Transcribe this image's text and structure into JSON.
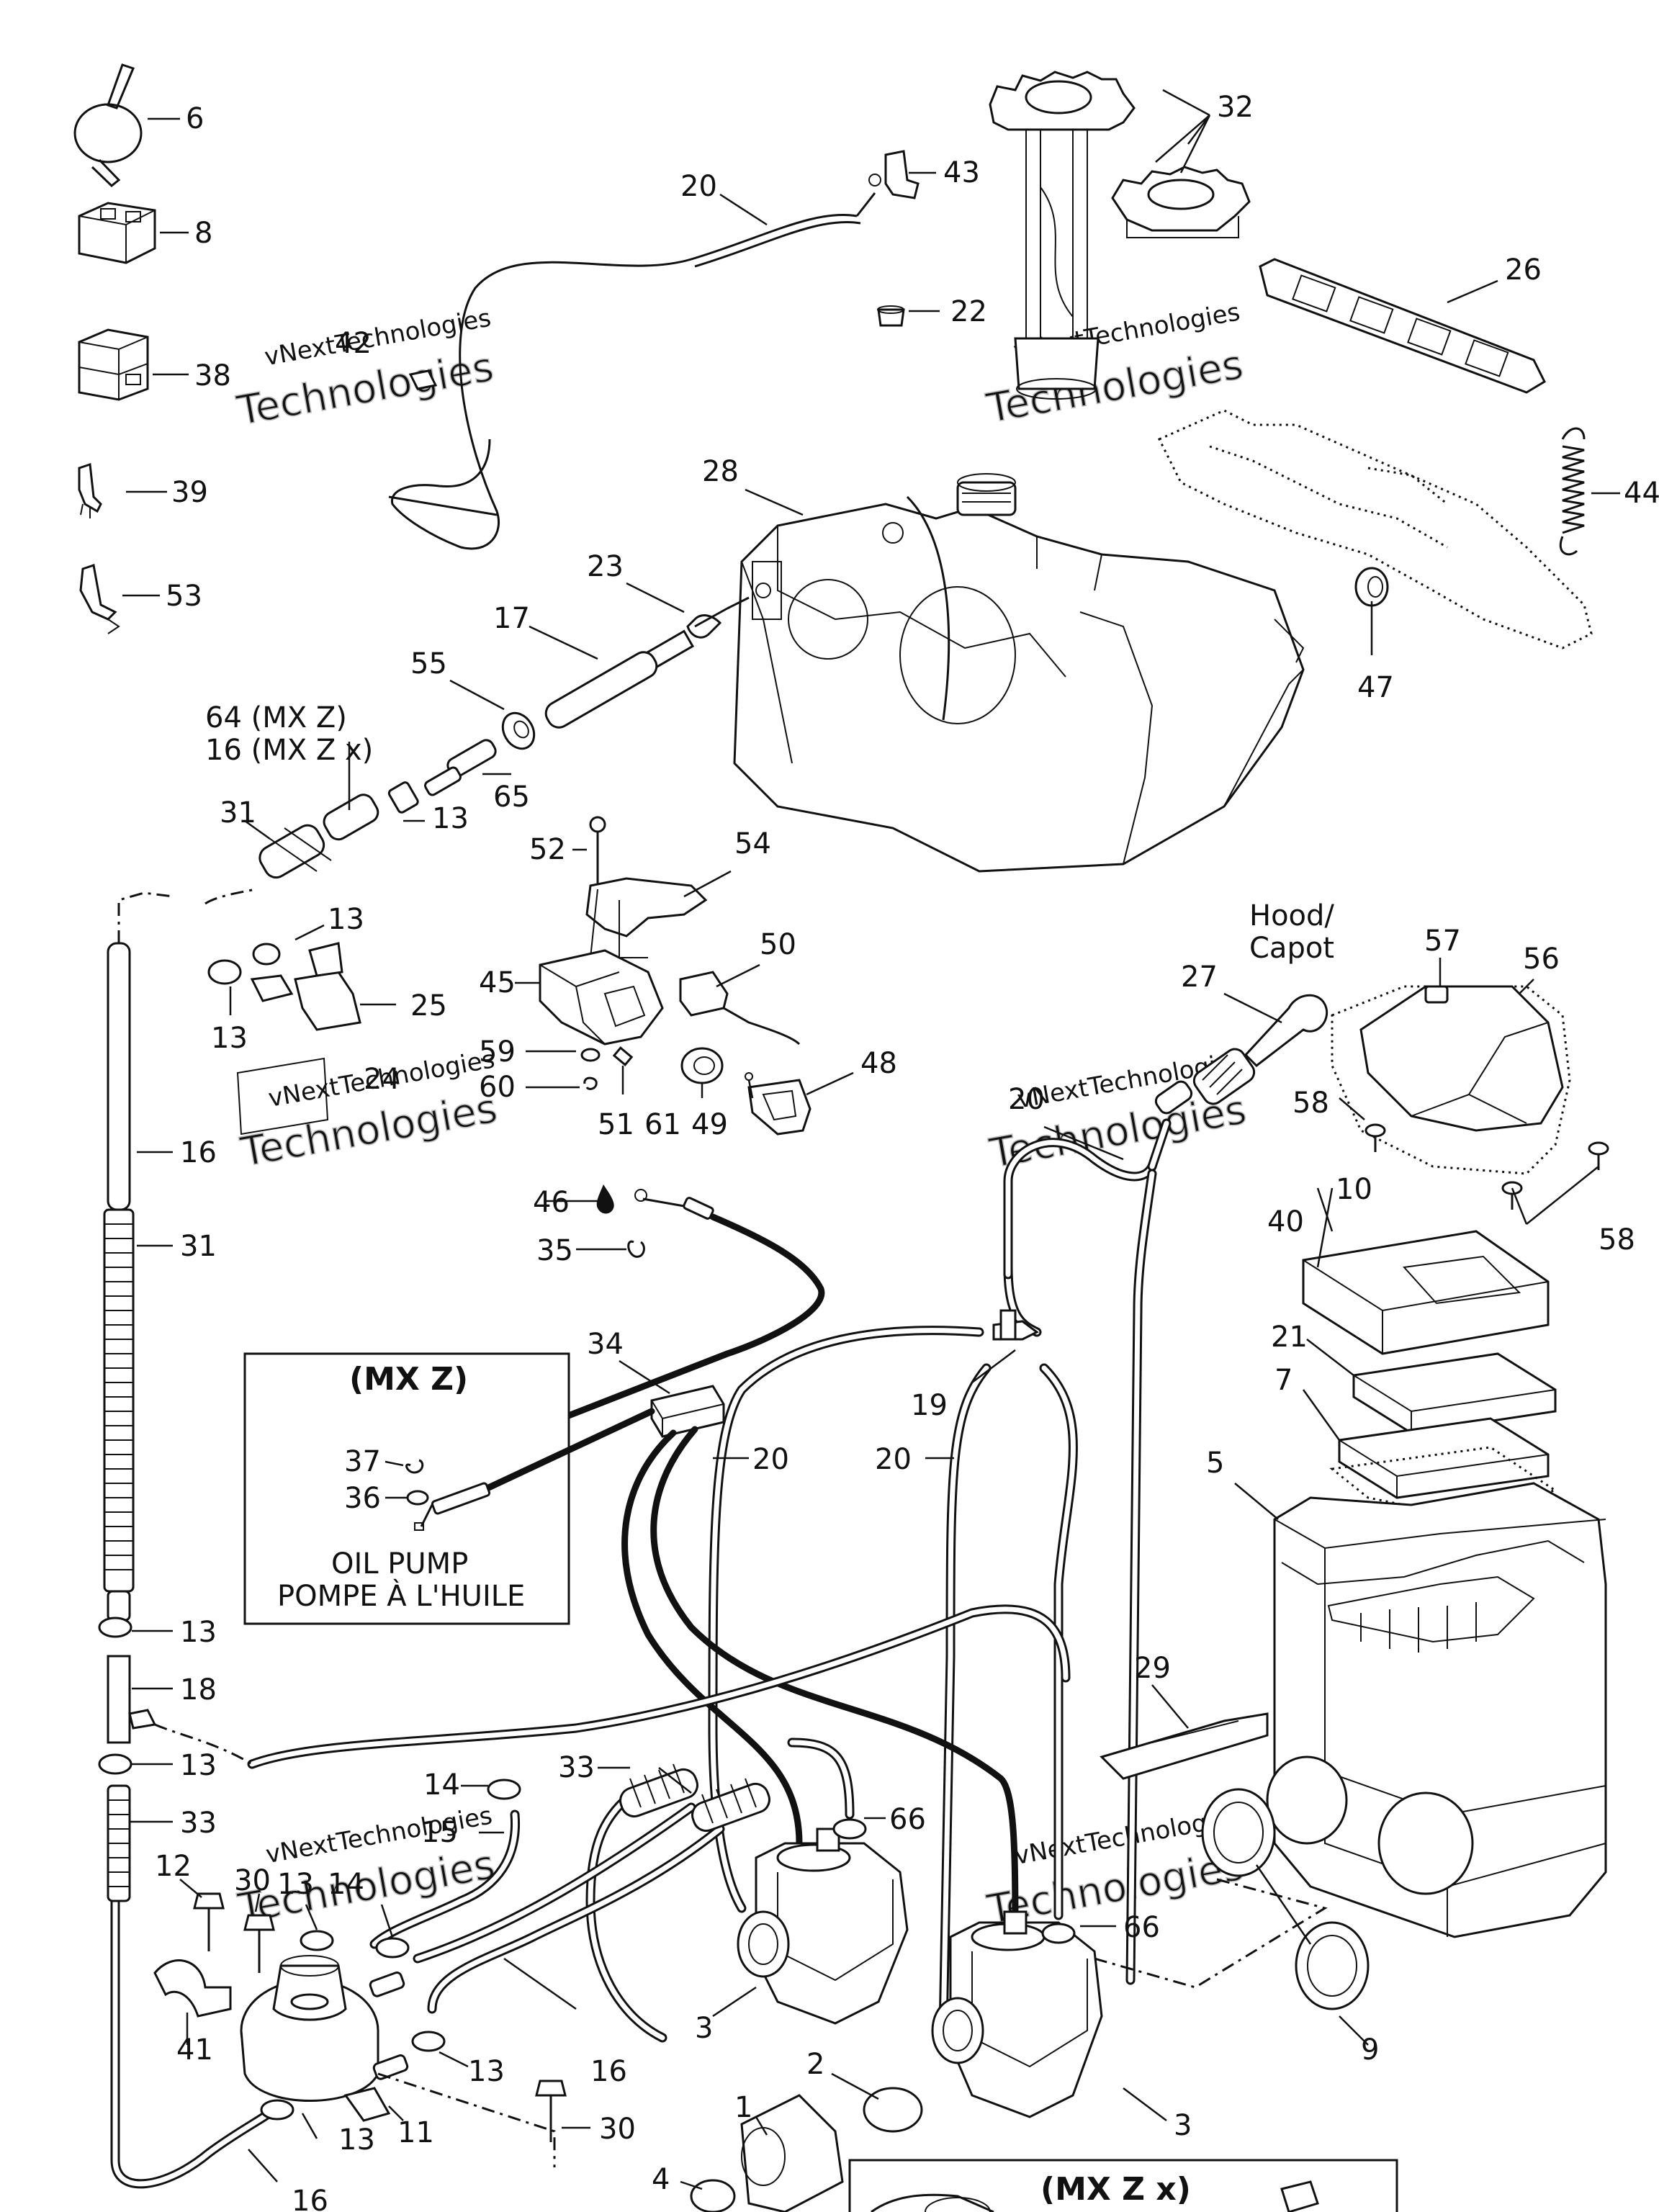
{
  "callouts": [
    {
      "id": "c6",
      "text": "6"
    },
    {
      "id": "c8",
      "text": "8"
    },
    {
      "id": "c38",
      "text": "38"
    },
    {
      "id": "c39",
      "text": "39"
    },
    {
      "id": "c53",
      "text": "53"
    },
    {
      "id": "c20a",
      "text": "20"
    },
    {
      "id": "c43",
      "text": "43"
    },
    {
      "id": "c22",
      "text": "22"
    },
    {
      "id": "c32",
      "text": "32"
    },
    {
      "id": "c26",
      "text": "26"
    },
    {
      "id": "c42",
      "text": "42"
    },
    {
      "id": "c44",
      "text": "44"
    },
    {
      "id": "c28",
      "text": "28"
    },
    {
      "id": "c23",
      "text": "23"
    },
    {
      "id": "c17",
      "text": "17"
    },
    {
      "id": "c47",
      "text": "47"
    },
    {
      "id": "c55",
      "text": "55"
    },
    {
      "id": "c31a",
      "text": "31"
    },
    {
      "id": "c13a",
      "text": "13"
    },
    {
      "id": "c65",
      "text": "65"
    },
    {
      "id": "c52",
      "text": "52"
    },
    {
      "id": "c54",
      "text": "54"
    },
    {
      "id": "c13b",
      "text": "13"
    },
    {
      "id": "c25",
      "text": "25"
    },
    {
      "id": "c13c",
      "text": "13"
    },
    {
      "id": "c50",
      "text": "50"
    },
    {
      "id": "c45",
      "text": "45"
    },
    {
      "id": "c57",
      "text": "57"
    },
    {
      "id": "c56",
      "text": "56"
    },
    {
      "id": "c27",
      "text": "27"
    },
    {
      "id": "c59",
      "text": "59"
    },
    {
      "id": "c60",
      "text": "60"
    },
    {
      "id": "c24",
      "text": "24"
    },
    {
      "id": "c48",
      "text": "48"
    },
    {
      "id": "c51",
      "text": "51"
    },
    {
      "id": "c61",
      "text": "61"
    },
    {
      "id": "c49",
      "text": "49"
    },
    {
      "id": "c16a",
      "text": "16"
    },
    {
      "id": "c20b",
      "text": "20"
    },
    {
      "id": "c58a",
      "text": "58"
    },
    {
      "id": "c46",
      "text": "46"
    },
    {
      "id": "c10",
      "text": "10"
    },
    {
      "id": "c40",
      "text": "40"
    },
    {
      "id": "c58b",
      "text": "58"
    },
    {
      "id": "c35",
      "text": "35"
    },
    {
      "id": "c31b",
      "text": "31"
    },
    {
      "id": "c34",
      "text": "34"
    },
    {
      "id": "c21",
      "text": "21"
    },
    {
      "id": "c19",
      "text": "19"
    },
    {
      "id": "c7",
      "text": "7"
    },
    {
      "id": "c37",
      "text": "37"
    },
    {
      "id": "c20c",
      "text": "20"
    },
    {
      "id": "c20d",
      "text": "20"
    },
    {
      "id": "c5",
      "text": "5"
    },
    {
      "id": "c36",
      "text": "36"
    },
    {
      "id": "c13d",
      "text": "13"
    },
    {
      "id": "c18",
      "text": "18"
    },
    {
      "id": "c29",
      "text": "29"
    },
    {
      "id": "c13e",
      "text": "13"
    },
    {
      "id": "c14a",
      "text": "14"
    },
    {
      "id": "c33a",
      "text": "33"
    },
    {
      "id": "c33b",
      "text": "33"
    },
    {
      "id": "c15",
      "text": "15"
    },
    {
      "id": "c66a",
      "text": "66"
    },
    {
      "id": "c12",
      "text": "12"
    },
    {
      "id": "c30a",
      "text": "30"
    },
    {
      "id": "c13f",
      "text": "13"
    },
    {
      "id": "c14b",
      "text": "14"
    },
    {
      "id": "c66b",
      "text": "66"
    },
    {
      "id": "c41",
      "text": "41"
    },
    {
      "id": "c13g",
      "text": "13"
    },
    {
      "id": "c16b",
      "text": "16"
    },
    {
      "id": "c3a",
      "text": "3"
    },
    {
      "id": "c9",
      "text": "9"
    },
    {
      "id": "c2",
      "text": "2"
    },
    {
      "id": "c1",
      "text": "1"
    },
    {
      "id": "c30b",
      "text": "30"
    },
    {
      "id": "c11",
      "text": "11"
    },
    {
      "id": "c3b",
      "text": "3"
    },
    {
      "id": "c13h",
      "text": "13"
    },
    {
      "id": "c4",
      "text": "4"
    },
    {
      "id": "c16c",
      "text": "16"
    }
  ],
  "notes": {
    "mxz_line": "64 (MX Z)",
    "mxzx_line": "16 (MX Z x)",
    "hood_line1": "Hood/",
    "hood_line2": "Capot"
  },
  "boxes": {
    "mxz": {
      "title": "(MX Z)",
      "caption1": "OIL PUMP",
      "caption2": "POMPE À L'HUILE"
    },
    "mxzx": {
      "title": "(MX Z x)"
    }
  },
  "watermark": {
    "line1": "vNext",
    "line1b": "Technologies",
    "line2": "Technologies"
  },
  "colors": {
    "ink": "#111111",
    "watermark": "#bdbdbd"
  }
}
